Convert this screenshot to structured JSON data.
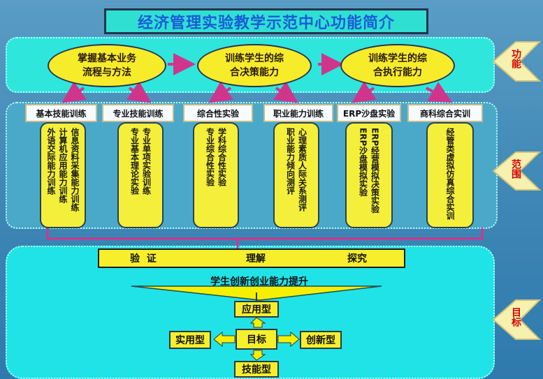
{
  "title": "经济管理实验教学示范中心功能简介",
  "functions": [
    "掌握基本业务\n流程与方法",
    "训练学生的综\n合决策能力",
    "训练学生的综\n合执行能力"
  ],
  "side_labels": {
    "function": "功能",
    "scope": "范围",
    "goal": "目标"
  },
  "categories": [
    "基本技能训练",
    "专业技能训练",
    "综合性实验",
    "职业能力训练",
    "ERP沙盘实验",
    "商科综合实训"
  ],
  "columns": [
    [
      "信息资料采集能力训练",
      "计算机应用能力训练",
      "外语交际能力训练"
    ],
    [
      "专业单项实验训练",
      "专业基本理论实验"
    ],
    [
      "学科综合性实验",
      "专业综合性实验"
    ],
    [
      "心理素质人际关系测评",
      "职业能力倾向测评"
    ],
    [
      "ERP经营模拟决策实验",
      "ERP沙盘模拟实验"
    ],
    [
      "经管类虚拟仿真综合实训"
    ]
  ],
  "process": {
    "verify": "验  证",
    "understand": "理解",
    "explore": "探究"
  },
  "arrow_label": "学生创新创业能力提升",
  "goals": {
    "center": "目标",
    "top": "应用型",
    "bottom": "技能型",
    "left": "实用型",
    "right": "创新型"
  }
}
